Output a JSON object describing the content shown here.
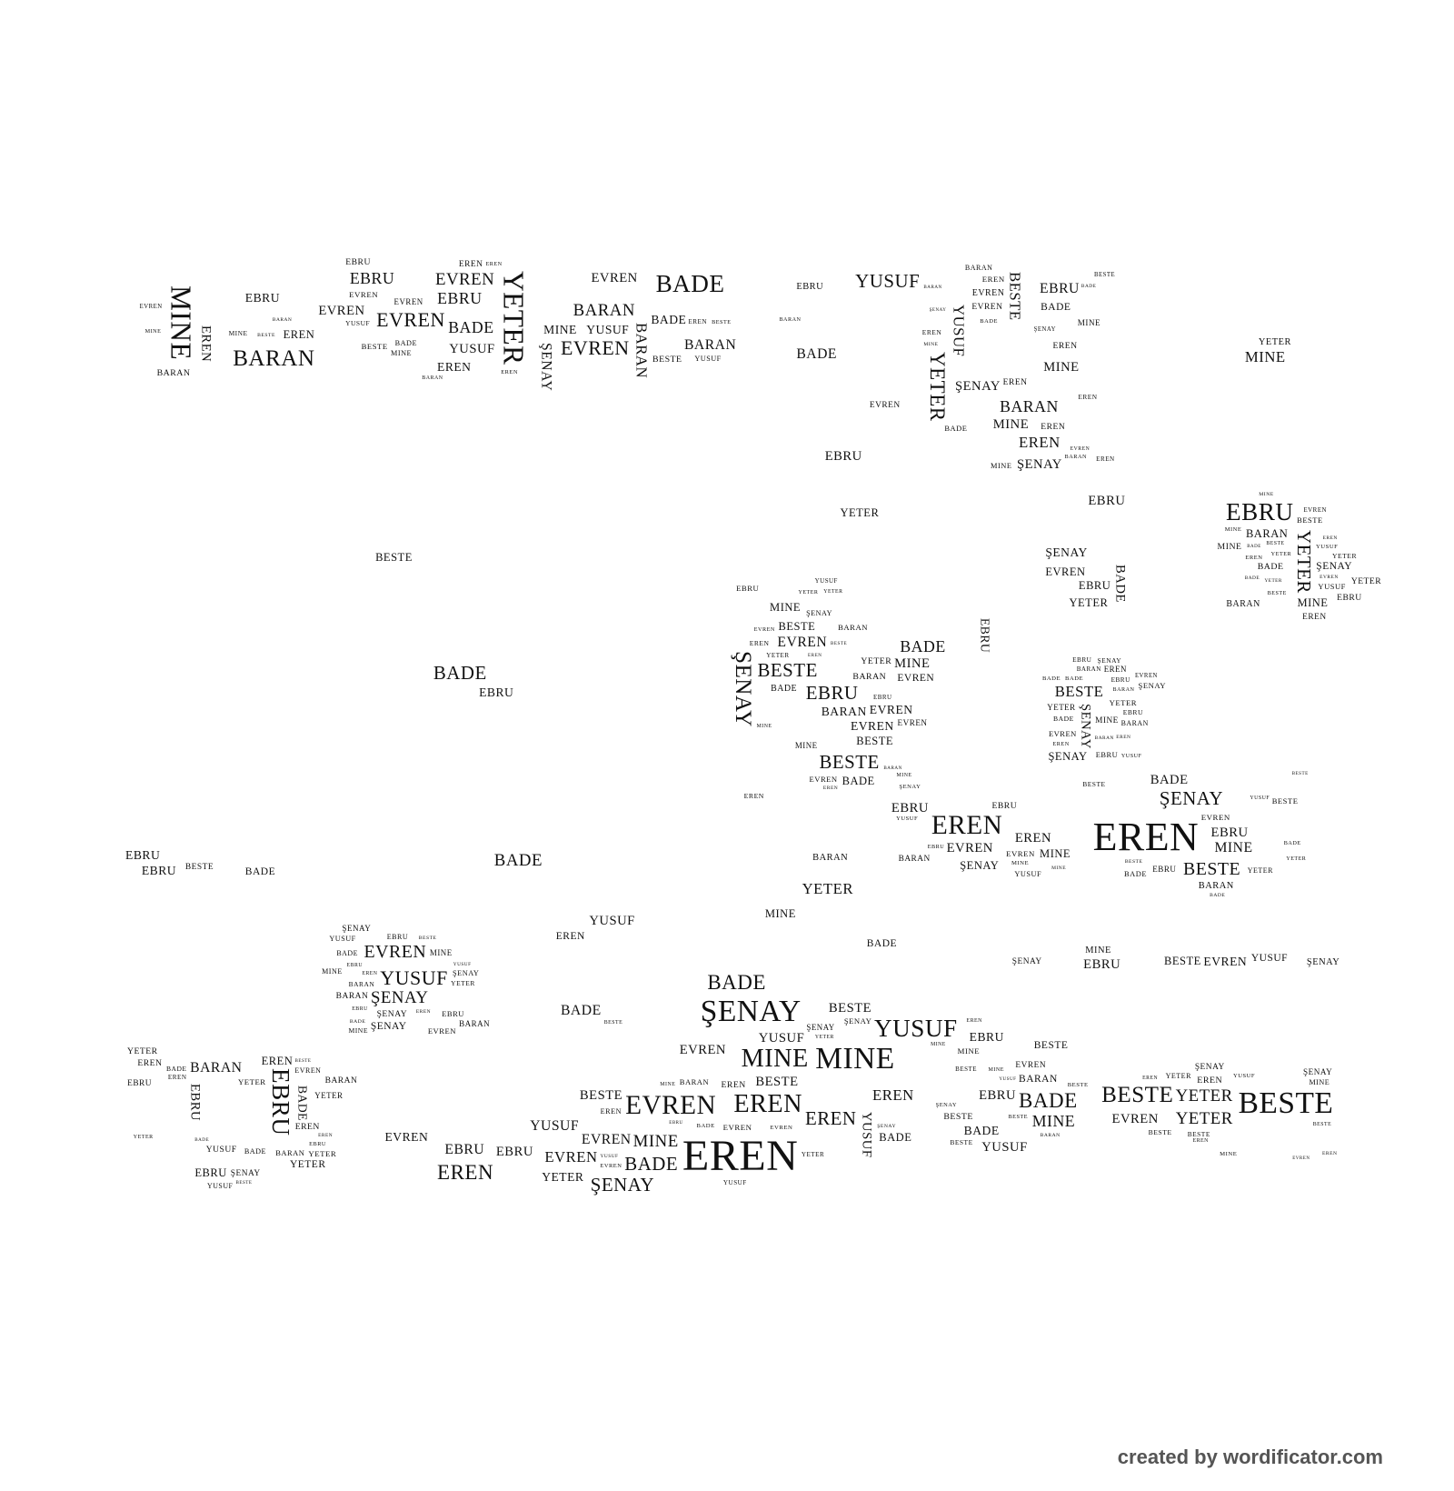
{
  "words": [
    "BADE",
    "BARAN",
    "BESTE",
    "EBRU",
    "EREN",
    "EVREN",
    "MINE",
    "ŞENAY",
    "YETER",
    "YUSUF"
  ],
  "footer": "created by wordificator.com"
}
